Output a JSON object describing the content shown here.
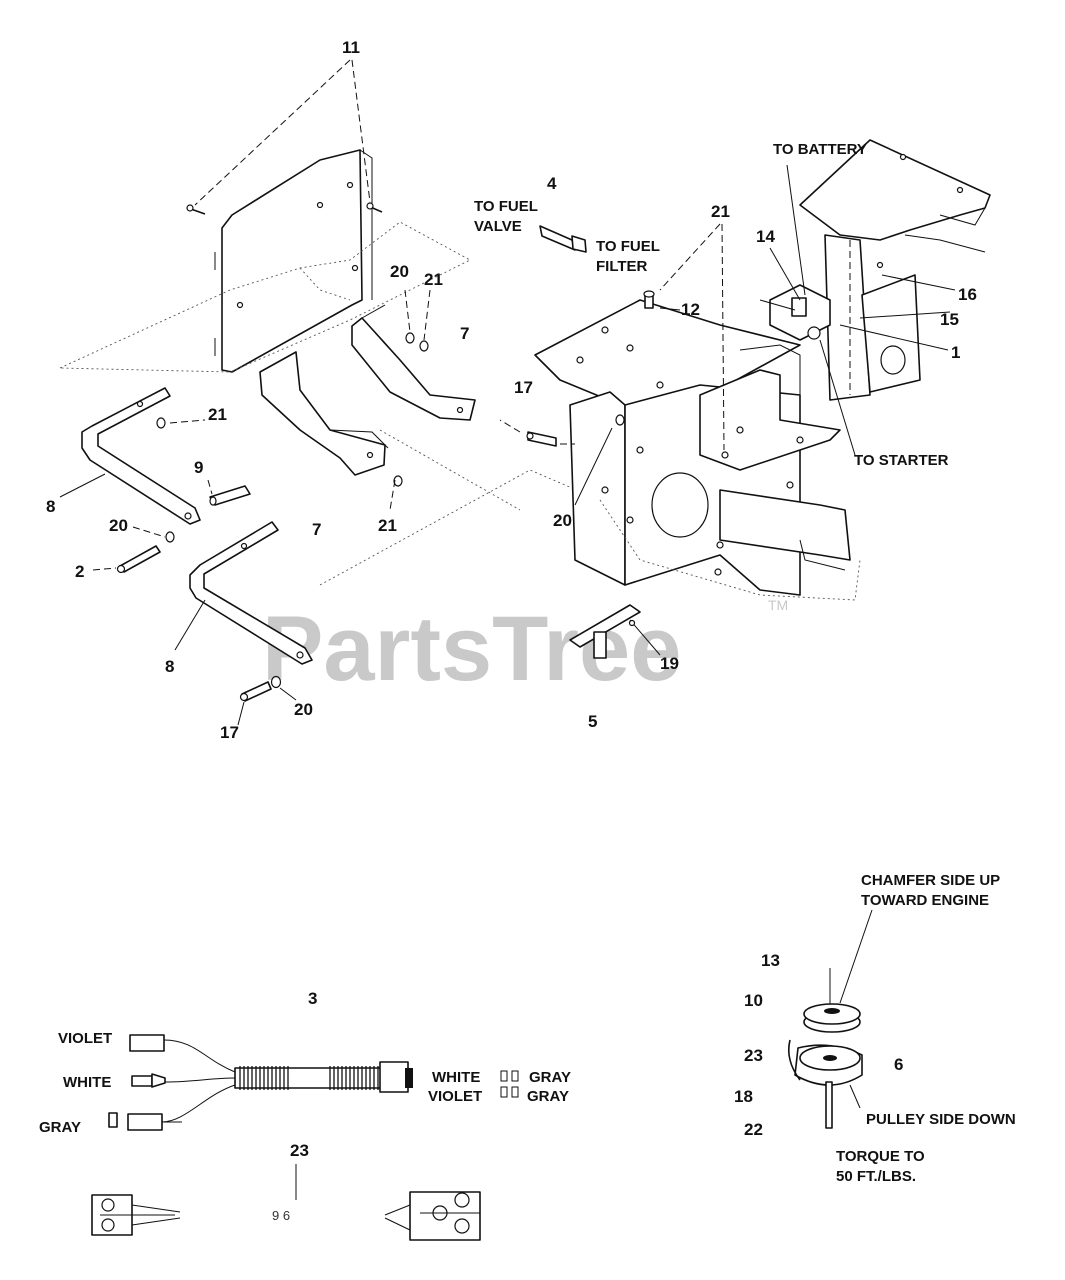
{
  "watermark": {
    "text": "PartsTree",
    "trademark": "TM"
  },
  "callouts": [
    {
      "id": "c11",
      "text": "11"
    },
    {
      "id": "c4",
      "text": "4"
    },
    {
      "id": "c21a",
      "text": "21"
    },
    {
      "id": "c14",
      "text": "14"
    },
    {
      "id": "c20a",
      "text": "20"
    },
    {
      "id": "c21b",
      "text": "21"
    },
    {
      "id": "c12",
      "text": "12"
    },
    {
      "id": "c16",
      "text": "16"
    },
    {
      "id": "c15",
      "text": "15"
    },
    {
      "id": "c7a",
      "text": "7"
    },
    {
      "id": "c1",
      "text": "1"
    },
    {
      "id": "c17a",
      "text": "17"
    },
    {
      "id": "c21c",
      "text": "21"
    },
    {
      "id": "c9",
      "text": "9"
    },
    {
      "id": "c8a",
      "text": "8"
    },
    {
      "id": "c20b",
      "text": "20"
    },
    {
      "id": "c20c",
      "text": "20"
    },
    {
      "id": "c7b",
      "text": "7"
    },
    {
      "id": "c21d",
      "text": "21"
    },
    {
      "id": "c2",
      "text": "2"
    },
    {
      "id": "c8b",
      "text": "8"
    },
    {
      "id": "c19",
      "text": "19"
    },
    {
      "id": "c20d",
      "text": "20"
    },
    {
      "id": "c17b",
      "text": "17"
    },
    {
      "id": "c5",
      "text": "5"
    },
    {
      "id": "c3",
      "text": "3"
    },
    {
      "id": "c23a",
      "text": "23"
    },
    {
      "id": "c13",
      "text": "13"
    },
    {
      "id": "c10",
      "text": "10"
    },
    {
      "id": "c23b",
      "text": "23"
    },
    {
      "id": "c6",
      "text": "6"
    },
    {
      "id": "c18",
      "text": "18"
    },
    {
      "id": "c22",
      "text": "22"
    }
  ],
  "notes": {
    "to_fuel_valve_1": "TO FUEL",
    "to_fuel_valve_2": "VALVE",
    "to_fuel_filter_1": "TO FUEL",
    "to_fuel_filter_2": "FILTER",
    "to_battery": "TO BATTERY",
    "to_starter": "TO STARTER",
    "chamfer_1": "CHAMFER SIDE UP",
    "chamfer_2": "TOWARD ENGINE",
    "pulley_side_down": "PULLEY SIDE DOWN",
    "torque_1": "TORQUE TO",
    "torque_2": "50 FT./LBS."
  },
  "wires": {
    "violet": "VIOLET",
    "white": "WHITE",
    "gray": "GRAY",
    "white_out": "WHITE",
    "violet_out": "VIOLET",
    "gray_out_1": "GRAY",
    "gray_out_2": "GRAY"
  }
}
